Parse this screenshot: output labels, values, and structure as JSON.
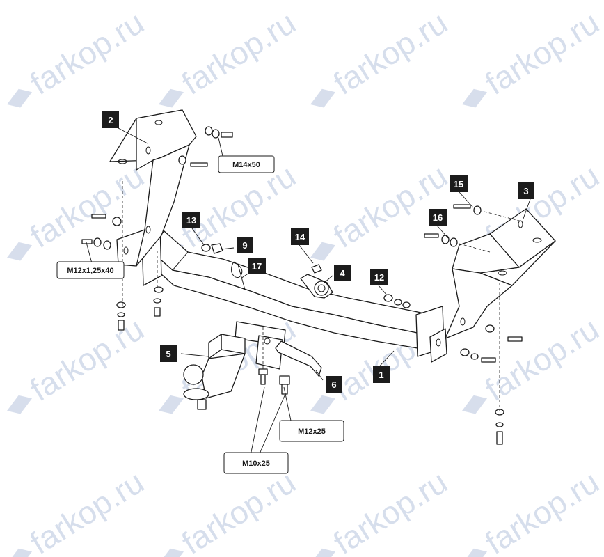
{
  "watermark": {
    "text": "farkop.ru",
    "color": "#c9d3e6"
  },
  "part_numbers": [
    "1",
    "2",
    "3",
    "4",
    "5",
    "6",
    "9",
    "12",
    "13",
    "14",
    "15",
    "16",
    "17"
  ],
  "fasteners": {
    "m14x50": "M14x50",
    "m12x125x40": "M12x1,25x40",
    "m12x25": "M12x25",
    "m10x25": "M10x25"
  },
  "colors": {
    "label_fill": "#1c1c1c",
    "label_text": "#ffffff",
    "line": "#1a1a1a"
  }
}
